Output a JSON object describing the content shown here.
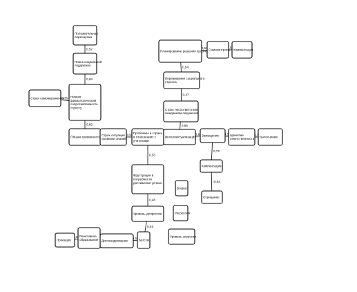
{
  "nodes": [
    {
      "id": "n1",
      "lines": [
        "Положительная",
        "переоценка"
      ]
    },
    {
      "id": "n2",
      "lines": [
        "Поиск социальной",
        "поддержки"
      ]
    },
    {
      "id": "n3",
      "lines": [
        "Низкая",
        "физиологическая",
        "сопротивляемость",
        "стрессу"
      ]
    },
    {
      "id": "n4",
      "lines": [
        "Страх самовыражения"
      ]
    },
    {
      "id": "n5",
      "lines": [
        "Общая тревожность"
      ]
    },
    {
      "id": "n6",
      "lines": [
        "Страх ситуации",
        "проверки знаний"
      ]
    },
    {
      "id": "n7",
      "lines": [
        "Проблемы и страхи",
        "в отношениях с",
        "учителями"
      ]
    },
    {
      "id": "n8",
      "lines": [
        "Интеллектуализация"
      ]
    },
    {
      "id": "n9",
      "lines": [
        "Замещение"
      ]
    },
    {
      "id": "n10",
      "lines": [
        "принятие",
        "ответственности"
      ]
    },
    {
      "id": "n11",
      "lines": [
        "Вытеснение"
      ]
    },
    {
      "id": "n12",
      "lines": [
        "Компенсация"
      ]
    },
    {
      "id": "n13",
      "lines": [
        "Отрицание"
      ]
    },
    {
      "id": "n14",
      "lines": [
        "Планирование решения проблемы"
      ]
    },
    {
      "id": "n15",
      "lines": [
        "Самоконтроль"
      ]
    },
    {
      "id": "n16",
      "lines": [
        "Компенсация"
      ]
    },
    {
      "id": "n17",
      "lines": [
        "Переживание социального",
        "стресса"
      ]
    },
    {
      "id": "n18",
      "lines": [
        "Страх несоответствия",
        "ожиданиям окружения"
      ]
    },
    {
      "id": "n19",
      "lines": [
        "Фрустрация в",
        "потребности",
        "достижения успеха"
      ]
    },
    {
      "id": "n20",
      "lines": [
        "Уровень депрессии"
      ]
    },
    {
      "id": "n21",
      "lines": [
        "Бегство"
      ]
    },
    {
      "id": "n22",
      "lines": [
        "Дистанцирование"
      ]
    },
    {
      "id": "n23",
      "lines": [
        "Реактивное",
        "образование"
      ]
    },
    {
      "id": "n24",
      "lines": [
        "Проекция"
      ]
    },
    {
      "id": "n25",
      "lines": [
        "Возраст"
      ]
    },
    {
      "id": "n26",
      "lines": [
        "Регрессия"
      ]
    },
    {
      "id": "n27",
      "lines": [
        "Уровень агрессии"
      ]
    }
  ],
  "edges": [
    {
      "from": "n1",
      "to": "n2",
      "label": "0,52"
    },
    {
      "from": "n2",
      "to": "n3",
      "label": "0,64"
    },
    {
      "from": "n4",
      "to": "n3",
      "label": "0,55"
    },
    {
      "from": "n3",
      "to": "n5",
      "label": "0,83"
    },
    {
      "from": "n5",
      "to": "n6",
      "label": "0,56"
    },
    {
      "from": "n6",
      "to": "n7",
      "label": "0,64"
    },
    {
      "from": "n7",
      "to": "n8",
      "label": "0,72"
    },
    {
      "from": "n8",
      "to": "n9",
      "label": "-0,62"
    },
    {
      "from": "n9",
      "to": "n10",
      "label": "-0,58"
    },
    {
      "from": "n10",
      "to": "n11",
      "label": "-0,78"
    },
    {
      "from": "n9",
      "to": "n12",
      "label": "0,72"
    },
    {
      "from": "n12",
      "to": "n13",
      "label": "-0,64"
    },
    {
      "from": "n14",
      "to": "n15",
      "label": "0,64"
    },
    {
      "from": "n15",
      "to": "n16",
      "label": "0,53"
    },
    {
      "from": "n14",
      "to": "n17",
      "label": "0,54"
    },
    {
      "from": "n17",
      "to": "n18",
      "label": "0,47"
    },
    {
      "from": "n18",
      "to": "n8",
      "label": "0,56"
    },
    {
      "from": "n7",
      "to": "n19",
      "label": "0,53"
    },
    {
      "from": "n19",
      "to": "n20",
      "label": "0,48"
    },
    {
      "from": "n20",
      "to": "n21",
      "label": "0,45"
    },
    {
      "from": "n21",
      "to": "n22",
      "label": "0,52"
    },
    {
      "from": "n22",
      "to": "n23",
      "label": "0,49"
    },
    {
      "from": "n23",
      "to": "n24",
      "label": "0,38"
    }
  ]
}
